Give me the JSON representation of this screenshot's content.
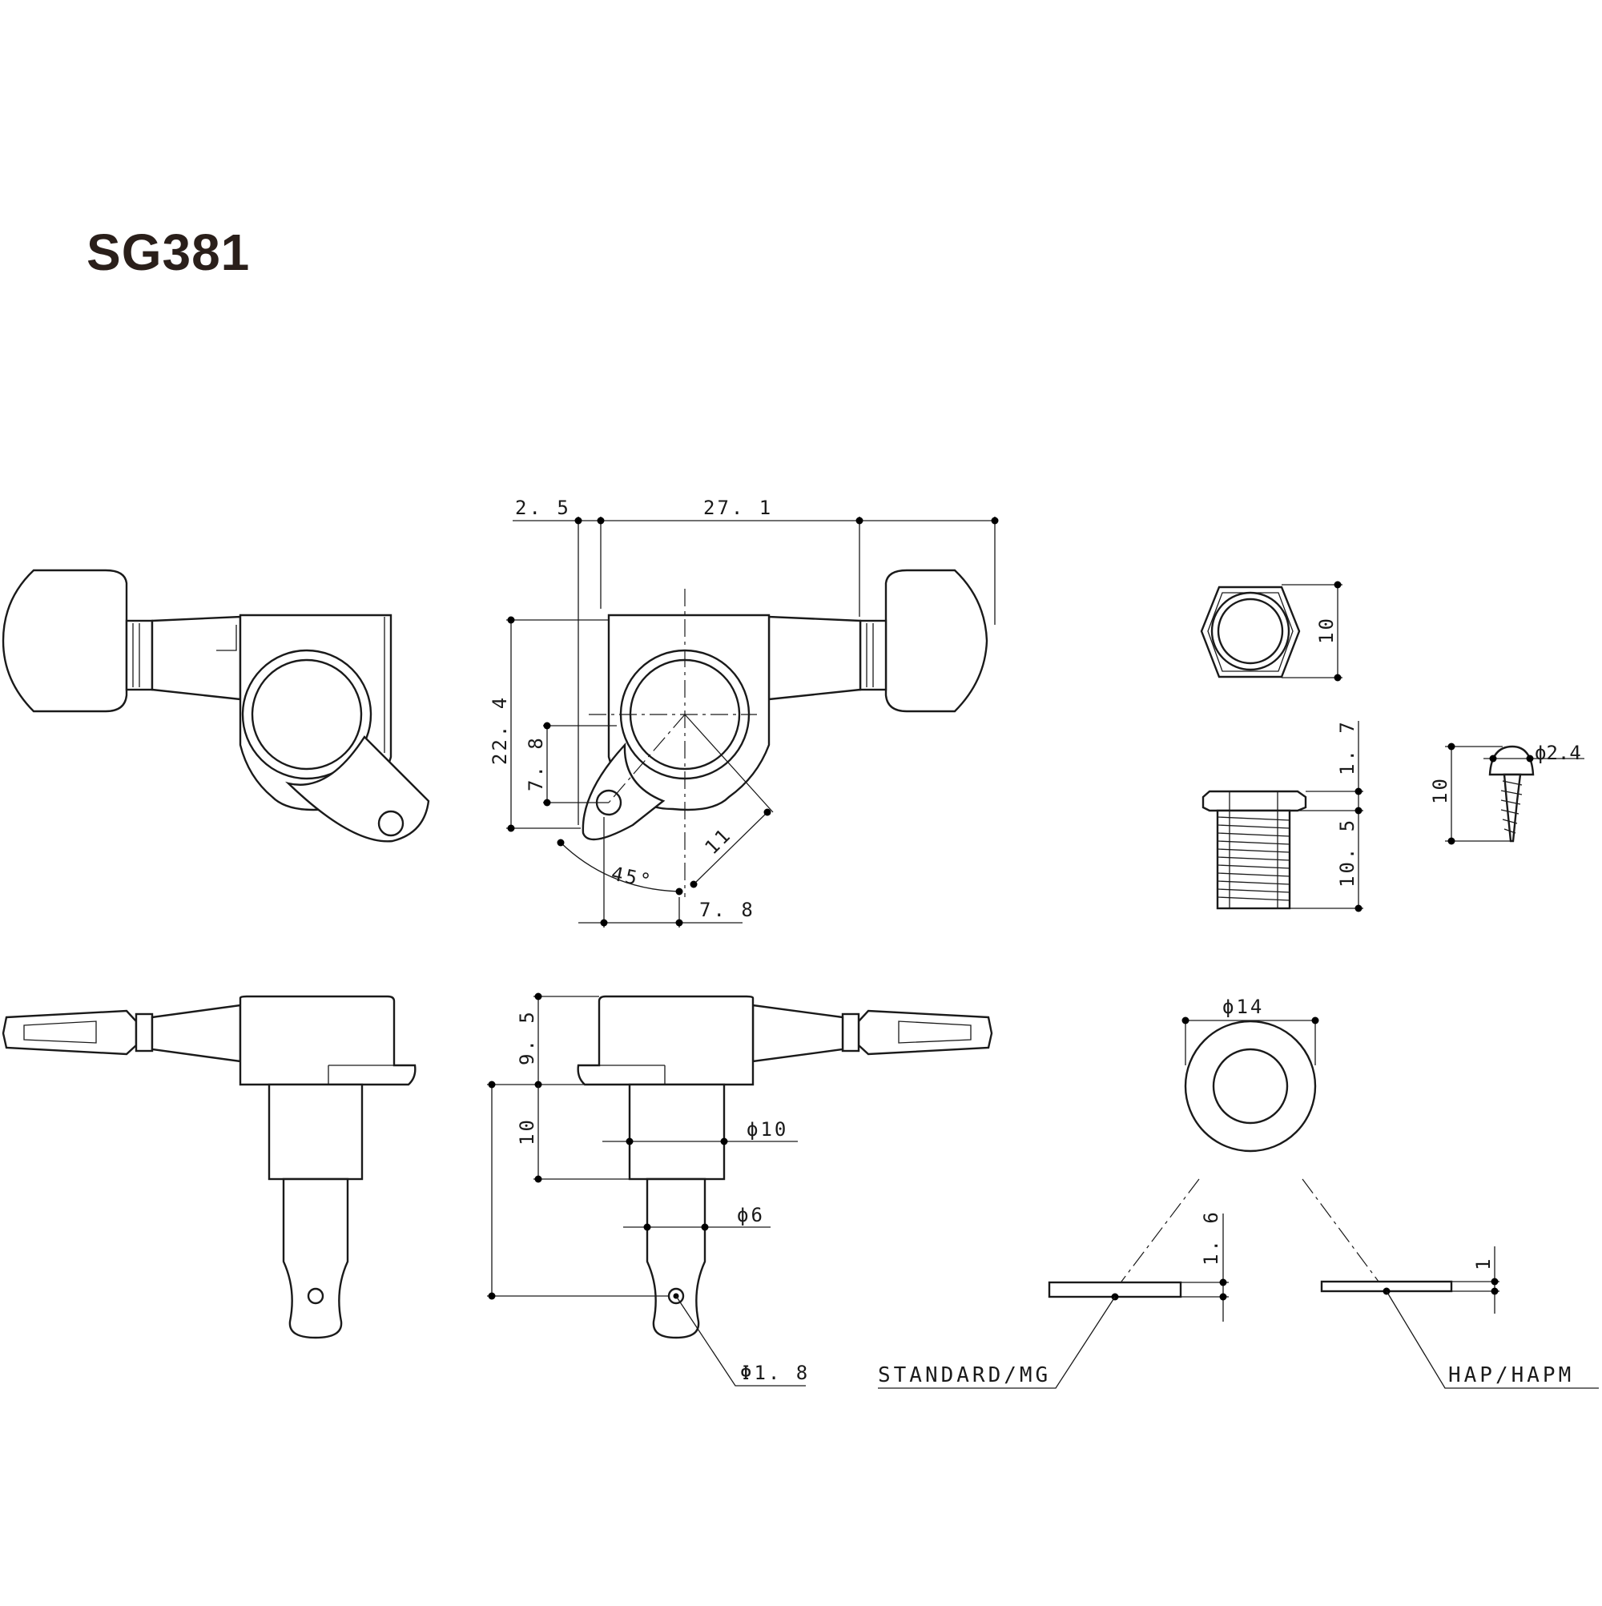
{
  "title": "SG381",
  "dimensions": {
    "top_offset": "2. 5",
    "overall_width": "27. 1",
    "body_height": "22. 4",
    "screw_hole_height": "7. 8",
    "screw_hole_offset": "7. 8",
    "screw_radius": "11",
    "screw_angle": "45°",
    "flange_height": "9. 5",
    "bushing_length": "10",
    "bushing_diameter": "ϕ10",
    "post_diameter": "ϕ6",
    "string_hole": "Φ1. 8",
    "nut_width": "10",
    "bushing_flange": "1. 7",
    "bushing_thread": "10. 5",
    "screw_length": "10",
    "screw_diameter": "ϕ2.4",
    "washer_diameter": "ϕ14",
    "washer_standard_thickness": "1. 6",
    "washer_hap_thickness": "1"
  },
  "washer_labels": {
    "standard": "STANDARD/MG",
    "hap": "HAP/HAPM"
  }
}
